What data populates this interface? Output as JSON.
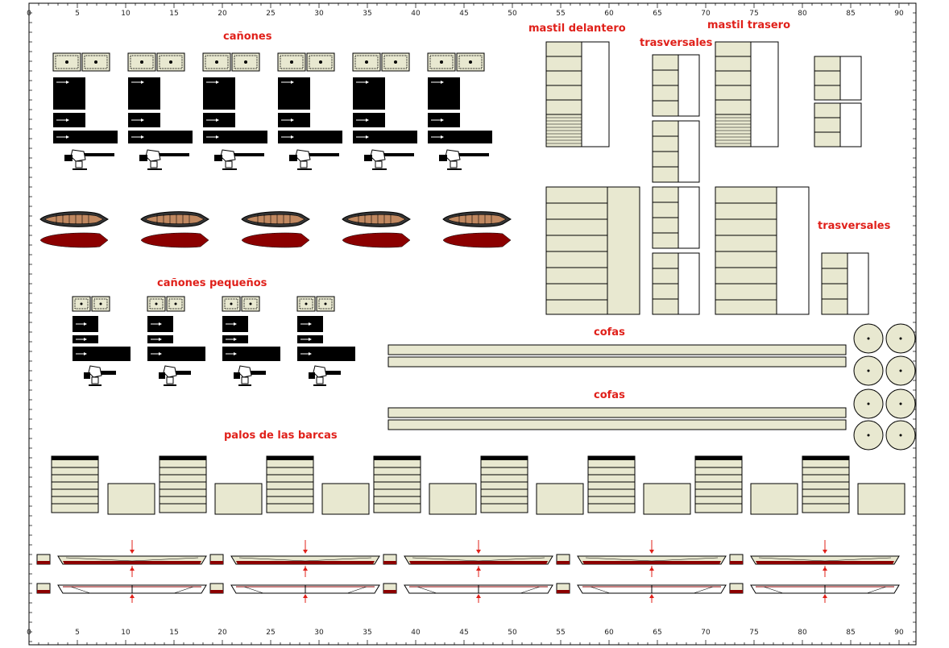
{
  "labels": {
    "canones": "cañones",
    "canones_pequenos": "cañones pequeños",
    "palos_barcas": "palos de las barcas",
    "mastil_delantero": "mastil delantero",
    "mastil_trasero": "mastil trasero",
    "trasversales_1": "trasversales",
    "trasversales_2": "trasversales",
    "cofas_1": "cofas",
    "cofas_2": "cofas"
  },
  "ruler": {
    "numbers": [
      "0",
      "5",
      "10",
      "15",
      "20",
      "25",
      "30",
      "35",
      "40",
      "45",
      "50",
      "55",
      "60",
      "65",
      "70",
      "75",
      "80",
      "85",
      "90"
    ]
  },
  "colors": {
    "label_red": "#e0201a",
    "part_fill": "#e8e8d0",
    "boat_dark": "#8b0000",
    "boat_wood": "#c08860",
    "cannon_black": "#000000"
  }
}
